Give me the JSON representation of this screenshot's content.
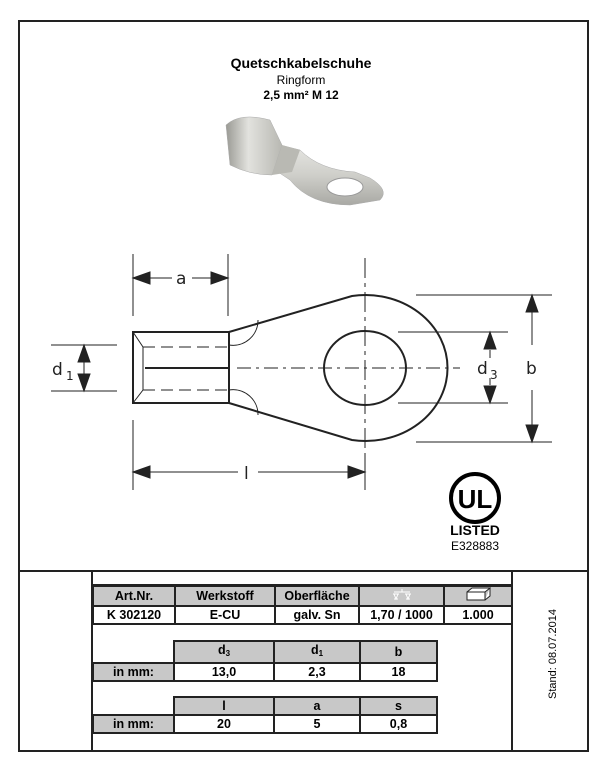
{
  "header": {
    "title": "Quetschkabelschuhe",
    "subtitle": "Ringform",
    "spec": "2,5 mm²  M 12"
  },
  "drawing": {
    "labels": {
      "a": "a",
      "l": "l",
      "d1": "d",
      "d1_sub": "1",
      "d3": "d",
      "d3_sub": "3",
      "b": "b"
    }
  },
  "certification": {
    "logo_text": "UL",
    "listed": "LISTED",
    "file_number": "E328883"
  },
  "product_table": {
    "headers": [
      "Art.Nr.",
      "Werkstoff",
      "Oberfläche",
      "scale-icon",
      "box-icon"
    ],
    "row": [
      "K 302120",
      "E-CU",
      "galv. Sn",
      "1,70 / 1000",
      "1.000"
    ]
  },
  "dim_table_1": {
    "headers": [
      {
        "main": "d",
        "sub": "3"
      },
      {
        "main": "d",
        "sub": "1"
      },
      {
        "main": "b",
        "sub": ""
      }
    ],
    "label": "in mm:",
    "values": [
      "13,0",
      "2,3",
      "18"
    ]
  },
  "dim_table_2": {
    "headers": [
      "l",
      "a",
      "s"
    ],
    "label": "in mm:",
    "values": [
      "20",
      "5",
      "0,8"
    ]
  },
  "footer": {
    "stand": "Stand: 08.07.2014"
  }
}
